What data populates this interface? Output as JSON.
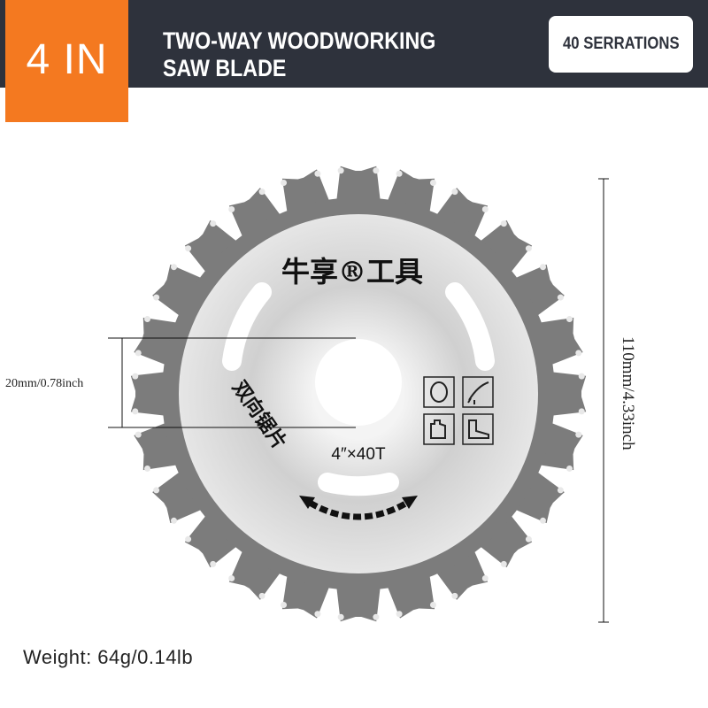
{
  "header": {
    "size_badge": "4 IN",
    "title_line1": "TWO-WAY WOODWORKING",
    "title_line2": "SAW BLADE",
    "serrations_badge": "40 SERRATIONS"
  },
  "blade": {
    "brand": "牛享®工具",
    "type_text": "双向锯片",
    "spec": "4″×40T",
    "safety_icons": [
      "face-mask-icon",
      "eye-protection-icon",
      "gloves-icon",
      "boot-icon"
    ],
    "colors": {
      "teeth": "#7a7a7a",
      "disc": "#d8d8d8",
      "accent": "#f47920",
      "header": "#2e323c"
    }
  },
  "dimensions": {
    "bore": "20mm/0.78inch",
    "diameter": "110mm/4.33inch"
  },
  "footer": {
    "weight": "Weight:  64g/0.14lb"
  }
}
